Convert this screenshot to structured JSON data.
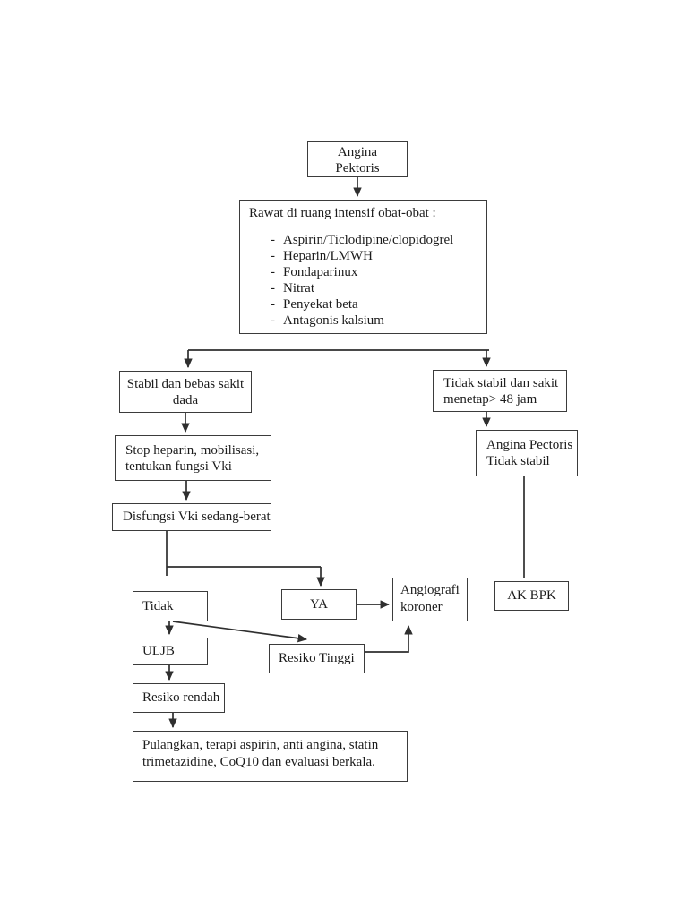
{
  "page": {
    "colors": {
      "background": "#ffffff",
      "ink": "#1c1c1c",
      "border": "#3b3b3b",
      "connector": "#2f2f2f"
    }
  },
  "flowchart": {
    "nodes": {
      "angina": {
        "lines": [
          "Angina",
          "Pektoris"
        ]
      },
      "rawat": {
        "title": "Rawat di ruang intensif obat-obat :",
        "items": [
          "Aspirin/Ticlodipine/clopidogrel",
          "Heparin/LMWH",
          "Fondaparinux",
          "Nitrat",
          "Penyekat beta",
          "Antagonis kalsium"
        ]
      },
      "stabil": {
        "lines": [
          "Stabil dan bebas sakit",
          "dada"
        ]
      },
      "tidak_stabil": {
        "lines": [
          "Tidak stabil dan sakit",
          "menetap> 48 jam"
        ]
      },
      "stop_heparin": {
        "lines": [
          "Stop heparin, mobilisasi,",
          "tentukan fungsi Vki"
        ]
      },
      "angina_pectoris": {
        "lines": [
          "Angina Pectoris",
          "Tidak stabil"
        ]
      },
      "disfungsi": {
        "label": "Disfungsi Vki sedang-berat"
      },
      "tidak": {
        "label": "Tidak"
      },
      "ya": {
        "label": "YA"
      },
      "angiografi": {
        "lines": [
          "Angiografi",
          "koroner"
        ]
      },
      "ak_bpk": {
        "label": "AK BPK"
      },
      "uljb": {
        "label": "ULJB"
      },
      "resiko_tinggi": {
        "label": "Resiko Tinggi"
      },
      "resiko_rendah": {
        "label": "Resiko rendah"
      },
      "pulangkan": {
        "lines": [
          "Pulangkan, terapi aspirin, anti angina, statin",
          "trimetazidine, CoQ10 dan evaluasi berkala."
        ]
      }
    }
  }
}
